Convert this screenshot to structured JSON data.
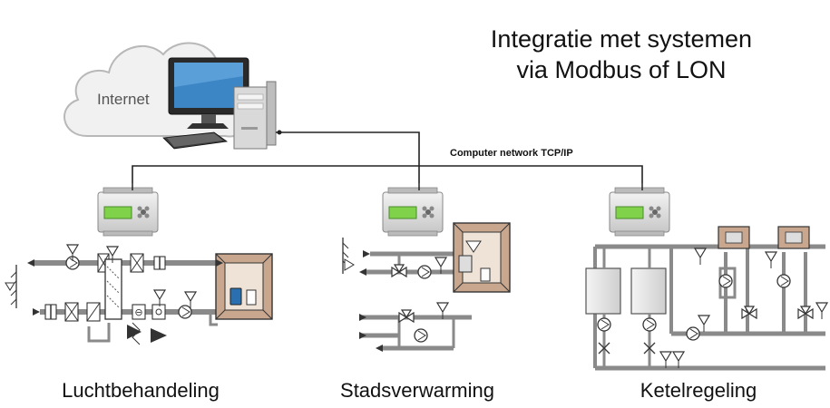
{
  "title": {
    "line1": "Integratie met systemen",
    "line2": "via Modbus of LON"
  },
  "cloud": {
    "label": "Internet"
  },
  "network": {
    "label": "Computer network TCP/IP"
  },
  "systems": [
    {
      "caption": "Luchtbehandeling"
    },
    {
      "caption": "Stadsverwarming"
    },
    {
      "caption": "Ketelregeling"
    }
  ],
  "colors": {
    "pipe": "#8a8a8a",
    "controller": "#dcdcdc",
    "screen": "#7fd24a",
    "room": "#c9a78f",
    "valve": "#3a3a3a"
  }
}
